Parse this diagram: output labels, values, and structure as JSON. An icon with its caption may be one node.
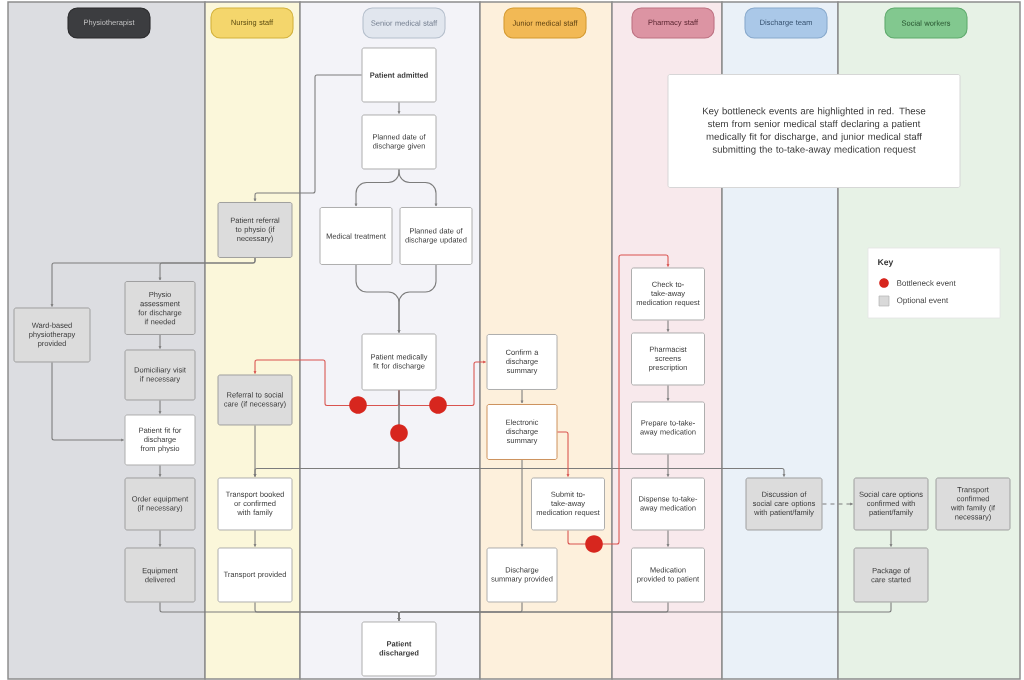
{
  "diagram": {
    "nodes": [
      {
        "text": [
          "Physiotherapist"
        ]
      },
      {
        "text": [
          "Nursing staff"
        ]
      },
      {
        "text": [
          "Senior medical staff"
        ]
      },
      {
        "text": [
          "Junior medical staff"
        ]
      },
      {
        "text": [
          "Pharmacy staff"
        ]
      },
      {
        "text": [
          "Discharge team"
        ]
      },
      {
        "text": [
          "Social workers"
        ]
      },
      {
        "text": [
          "Patient admitted"
        ],
        "in": 2
      },
      {
        "text": [
          "Planned date of discharge given"
        ],
        "in": 2
      },
      {
        "text": [
          "Key bottleneck events are highlighted in red. These stem from senior medical staff declaring a patient medically fit for discharge, and junior medical staff submitting the to-take-away medication request"
        ]
      },
      {
        "text": [
          "Patient referral to physio (if necessary)"
        ],
        "in": 1
      },
      {
        "text": [
          "Medical treatment"
        ],
        "in": 2
      },
      {
        "text": [
          "Planned date of discharge updated"
        ],
        "in": 2
      },
      {
        "text": [
          "Check to-take-away medication request"
        ],
        "in": 4
      },
      {
        "text": [
          "Physio assessment for discharge if needed"
        ],
        "in": 0
      },
      {
        "text": [
          "Ward-based physiotherapy provided"
        ],
        "in": 0
      },
      {
        "text": [
          "Patient medically fit for discharge"
        ],
        "in": 2
      },
      {
        "text": [
          "Confirm a discharge summary"
        ],
        "in": 3
      },
      {
        "text": [
          "Pharmacist screens prescription"
        ],
        "in": 4
      },
      {
        "text": [
          "Domiciliary visit if necessary"
        ],
        "in": 0
      },
      {
        "text": [
          "Referral to social care (if necessary)"
        ],
        "in": 1
      },
      {
        "text": [
          "Electronic discharge summary"
        ],
        "in": 3
      },
      {
        "text": [
          "Prepare to-take-away medication"
        ],
        "in": 4
      },
      {
        "text": [
          "Patient fit for discharge from physio"
        ],
        "in": 0
      },
      {
        "text": [
          "Order equipment (if necessary)"
        ],
        "in": 0
      },
      {
        "text": [
          "Transport booked or confirmed with family"
        ],
        "in": 1
      },
      {
        "text": [
          "Submit to-take-away medication request"
        ],
        "in": 3
      },
      {
        "text": [
          "Dispense to-take-away medication"
        ],
        "in": 4
      },
      {
        "text": [
          "Discussion of social care options with patient/family"
        ],
        "in": 5
      },
      {
        "text": [
          "Social care options confirmed with patient/family"
        ],
        "in": 6
      },
      {
        "text": [
          "Transport confirmed with family (if necessary)"
        ],
        "in": 6
      },
      {
        "text": [
          "Equipment delivered"
        ],
        "in": 0
      },
      {
        "text": [
          "Transport provided"
        ],
        "in": 1
      },
      {
        "text": [
          "Discharge summary provided"
        ],
        "in": 3
      },
      {
        "text": [
          "Medication provided to patient"
        ],
        "in": 4
      },
      {
        "text": [
          "Package of care started"
        ],
        "in": 6
      },
      {
        "text": [
          "Patient discharged"
        ],
        "in": 2
      }
    ],
    "edges": [
      {
        "from": 7,
        "to": 8,
        "arrow": "to"
      },
      {
        "from": 8,
        "to": 11,
        "arrow": "to"
      },
      {
        "from": 8,
        "to": 12,
        "arrow": "to"
      },
      {
        "from": 7,
        "to": 10,
        "arrow": "to"
      },
      {
        "from": 10,
        "to": 15,
        "arrow": "to"
      },
      {
        "from": 10,
        "to": 14,
        "arrow": "to"
      },
      {
        "from": 14,
        "to": 19,
        "arrow": "to"
      },
      {
        "from": 19,
        "to": 23,
        "arrow": "to"
      },
      {
        "from": 15,
        "to": 23,
        "arrow": "to"
      },
      {
        "from": 23,
        "to": 24,
        "arrow": "to"
      },
      {
        "from": 24,
        "to": 31,
        "arrow": "to"
      },
      {
        "from": 11,
        "to": 16,
        "arrow": "to"
      },
      {
        "from": 12,
        "to": 16,
        "arrow": "to"
      },
      {
        "from": 16,
        "to": 20,
        "arrow": "to",
        "color": "#d9534f"
      },
      {
        "from": 16,
        "to": 17,
        "arrow": "to",
        "color": "#d9534f"
      },
      {
        "from": 16,
        "to": 25,
        "arrow": "to"
      },
      {
        "from": 16,
        "to": 28,
        "arrow": "to"
      },
      {
        "from": 17,
        "to": 21,
        "arrow": "to"
      },
      {
        "from": 21,
        "to": 26,
        "arrow": "to",
        "color": "#d9534f"
      },
      {
        "from": 21,
        "to": 33,
        "arrow": "to"
      },
      {
        "from": 26,
        "to": 13,
        "arrow": "to",
        "color": "#d9534f"
      },
      {
        "from": 13,
        "to": 18,
        "arrow": "to"
      },
      {
        "from": 18,
        "to": 22,
        "arrow": "to"
      },
      {
        "from": 22,
        "to": 27,
        "arrow": "to"
      },
      {
        "from": 27,
        "to": 34,
        "arrow": "to"
      },
      {
        "from": 28,
        "to": 29,
        "arrow": "to",
        "style": "dashed"
      },
      {
        "from": 29,
        "to": 35,
        "arrow": "to"
      },
      {
        "from": 25,
        "to": 32,
        "arrow": "to"
      },
      {
        "from": 20,
        "to": 25,
        "arrow": "to"
      },
      {
        "from": 31,
        "to": 36,
        "arrow": "to"
      },
      {
        "from": 32,
        "to": 36,
        "arrow": "to"
      },
      {
        "from": 33,
        "to": 36,
        "arrow": "to"
      },
      {
        "from": 34,
        "to": 36,
        "arrow": "to"
      },
      {
        "from": 35,
        "to": 36,
        "arrow": "to"
      }
    ],
    "labels": [
      "Key"
    ],
    "legend": [
      {
        "text": "Bottleneck event",
        "color": "#d7261e"
      },
      {
        "text": "Optional event",
        "color": "#d9d9d9"
      }
    ]
  }
}
